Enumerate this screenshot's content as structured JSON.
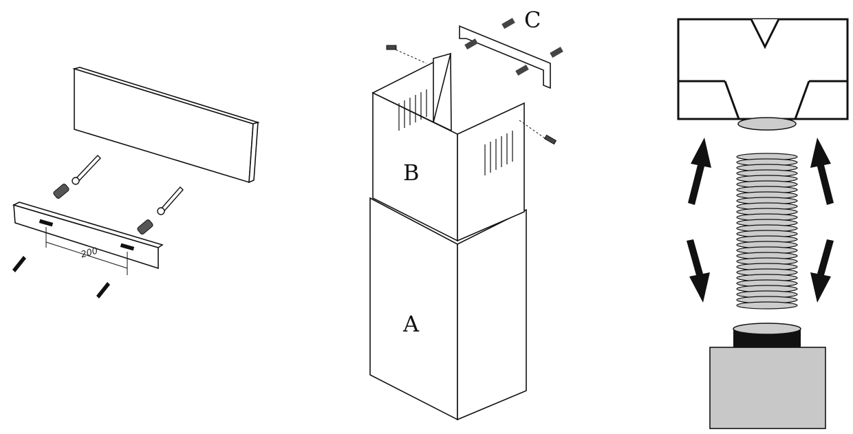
{
  "panels": {
    "shelf": {
      "dimension_label": "200"
    },
    "chimney": {
      "part_a": "A",
      "part_b": "B",
      "part_c": "C"
    },
    "duct": {}
  },
  "colors": {
    "line": "#111111",
    "duct_fill": "#cccccc",
    "motor_fill": "#c8c8c8",
    "collar_fill": "#111111"
  }
}
